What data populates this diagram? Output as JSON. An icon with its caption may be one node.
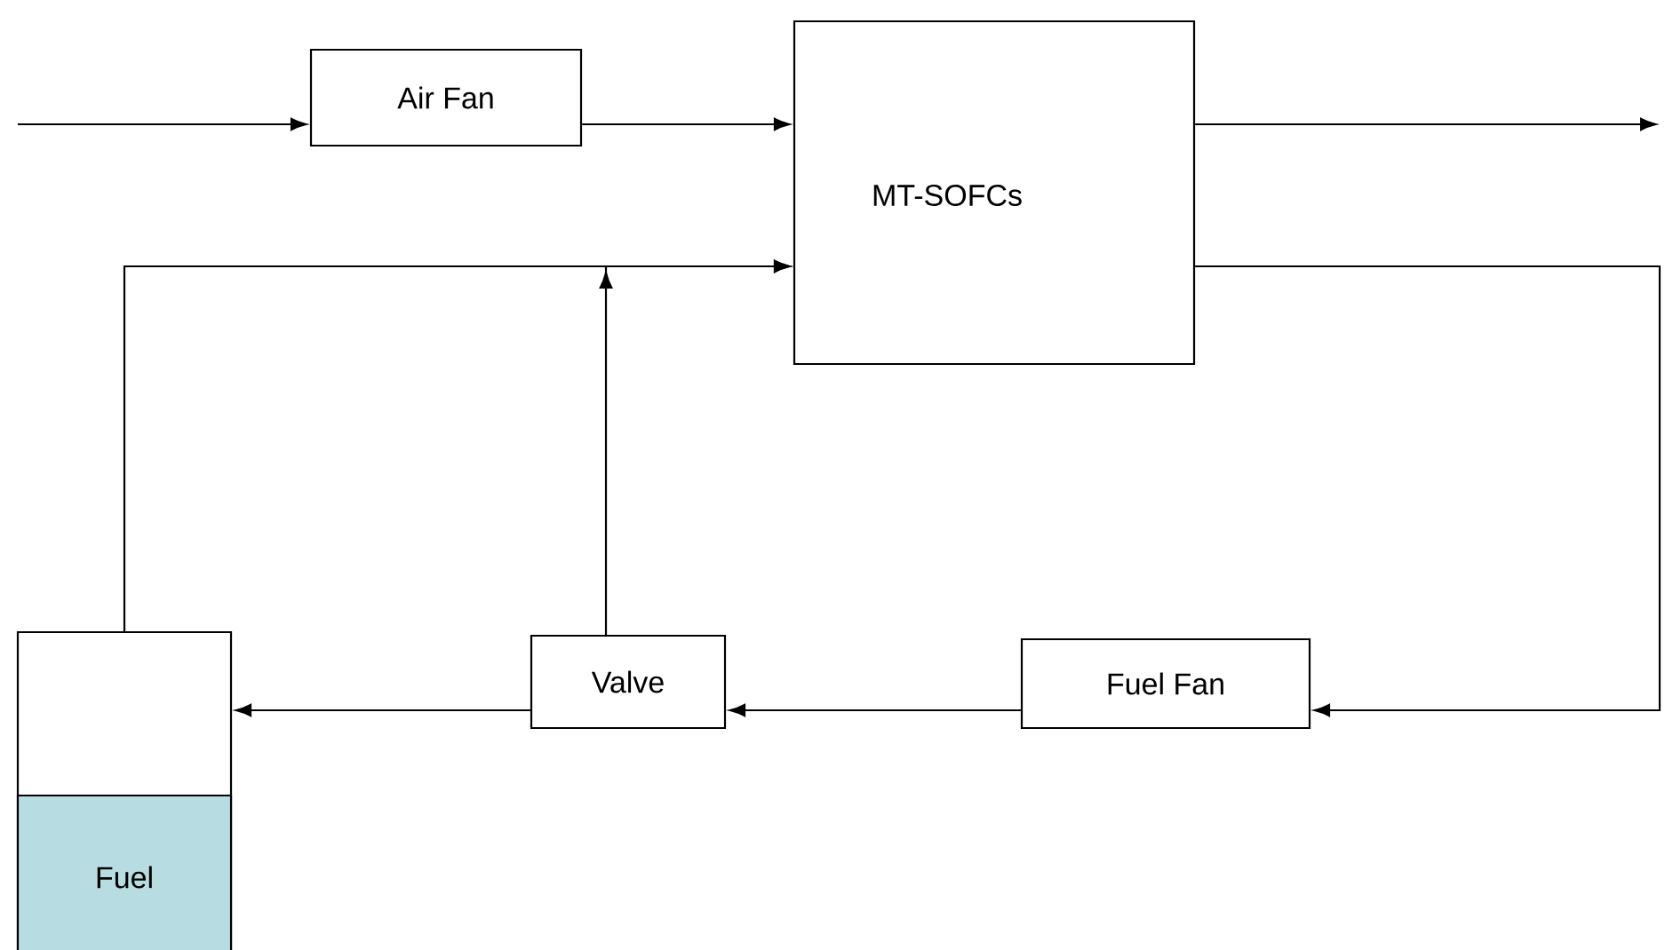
{
  "diagram": {
    "nodes": [
      {
        "text": [
          "Air Fan"
        ]
      },
      {
        "text": [
          "MT-SOFCs"
        ]
      },
      {
        "text": [],
        "shape": "box"
      },
      {
        "text": [
          "Fuel"
        ],
        "in": 2
      },
      {
        "text": [
          "Valve"
        ]
      },
      {
        "text": [
          "Fuel Fan"
        ]
      }
    ],
    "edges": [
      {
        "from": null,
        "to": 0,
        "arrow": "to"
      },
      {
        "from": 0,
        "to": 1,
        "arrow": "to"
      },
      {
        "from": 1,
        "to": null,
        "arrow": "to"
      },
      {
        "from": 1,
        "to": 5,
        "arrow": "to"
      },
      {
        "from": 5,
        "to": 4,
        "arrow": "to"
      },
      {
        "from": 4,
        "to": 2,
        "arrow": "to"
      },
      {
        "from": 2,
        "to": 1,
        "arrow": "to"
      },
      {
        "from": 4,
        "to": 1,
        "arrow": "to"
      }
    ]
  }
}
